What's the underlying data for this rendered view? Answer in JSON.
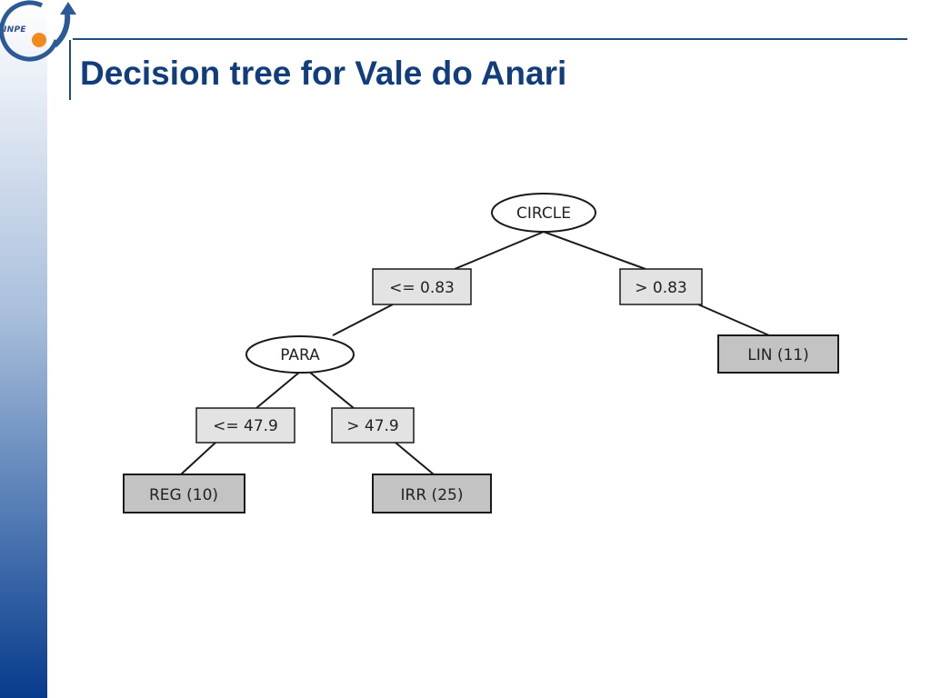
{
  "logo": {
    "text": "INPE"
  },
  "title": "Decision tree for Vale do Anari",
  "tree": {
    "nodes": {
      "circle": "CIRCLE",
      "para": "PARA"
    },
    "conditions": {
      "circle_le": "<= 0.83",
      "circle_gt": "> 0.83",
      "para_le": "<= 47.9",
      "para_gt": "> 47.9"
    },
    "leaves": {
      "reg": "REG (10)",
      "irr": "IRR (25)",
      "lin": "LIN (11)"
    }
  },
  "colors": {
    "title": "#123d7c",
    "condition_fill": "#e3e3e3",
    "leaf_fill": "#c3c3c3",
    "edge": "#1a1a1a"
  }
}
